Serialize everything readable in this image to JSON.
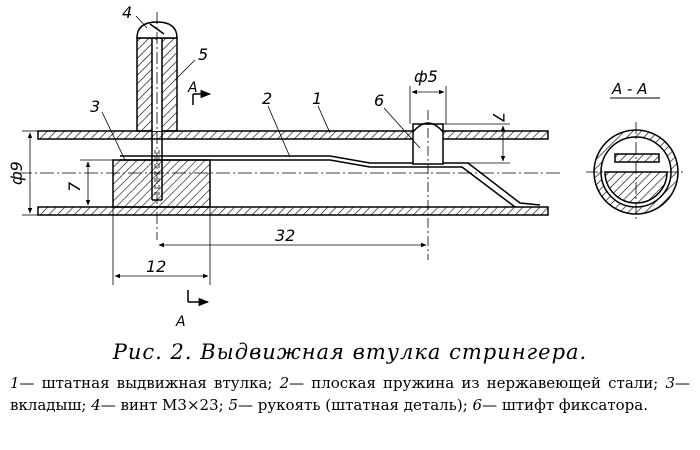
{
  "figure": {
    "section_label": "А - А",
    "section_mark": "А",
    "dimensions": {
      "outer_diameter": "ф9",
      "height": "7",
      "height_right": "7",
      "pin_diameter": "ф5",
      "pin_distance": "32",
      "insert_length": "12"
    },
    "callouts": [
      "1",
      "2",
      "3",
      "4",
      "5",
      "6"
    ]
  },
  "caption": {
    "title": "Рис. 2. Выдвижная втулка стрингера.",
    "items": [
      {
        "num": "1",
        "text": "— штатная выдвижная втулка; "
      },
      {
        "num": "2",
        "text": "— плоская пружина из нержавеющей стали; "
      },
      {
        "num": "3",
        "text": "— вкладыш; "
      },
      {
        "num": "4",
        "text": "— винт М3×23; "
      },
      {
        "num": "5",
        "text": "— рукоять (штатная деталь); "
      },
      {
        "num": "6",
        "text": "— штифт фиксатора."
      }
    ]
  }
}
